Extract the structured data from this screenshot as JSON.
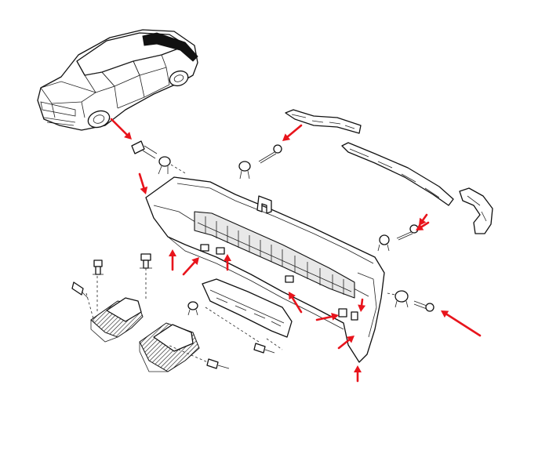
{
  "colors": {
    "arrow": "#e8141c",
    "line": "#111111",
    "background": "#ffffff"
  },
  "components": [
    "car-overview",
    "rear-bumper-cover",
    "upper-trim-strip-left",
    "upper-trim-strip-center",
    "end-cap-right",
    "center-mounting-bracket",
    "side-mounting-bracket-left",
    "side-mounting-bracket-right",
    "retaining-clips",
    "push-pins",
    "screws"
  ],
  "callout_arrows": 14
}
